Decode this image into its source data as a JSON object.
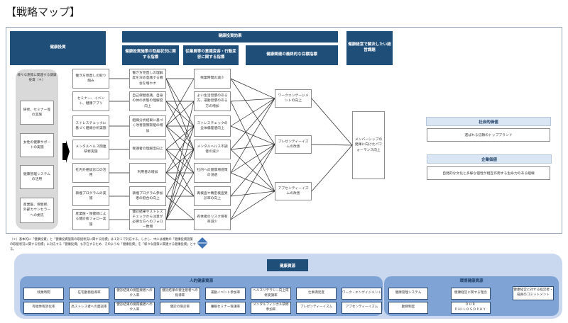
{
  "page": {
    "title": "【戦略マップ】"
  },
  "headers": {
    "investment": "健康投資",
    "effect": "健康投資効果",
    "effect_sub1": "健康投資施策の取組状況に関する指標",
    "effect_sub2": "従業員等の意識変容・行動変容に関する指標",
    "effect_sub3": "健康関連の最終的な目標指標",
    "issue": "健康経営で解決したい経営課題"
  },
  "investment_panel": {
    "title": "様々な施策に関連する健康投資（＊）",
    "items": [
      "研修、セミナー等の実施",
      "女性の健康サポートの実施",
      "健康管理システムの活用",
      "産業医、保健師、外部カウンセラーへの委託"
    ]
  },
  "col1": [
    "働き方見直しの取り組み",
    "セミナー、イベント、健康アプリ",
    "ストレスチェックに基づく組織分析実施",
    "メンタルヘルス関連研修実施",
    "社内外相談窓口の活用",
    "禁煙プログラムの実施",
    "産業医・保健師による健診後フォロー実施"
  ],
  "col2": [
    "働き方見直しの理解度を深め意識する機会を増やす",
    "自己保健意識、自身の体の状態の理解度向上",
    "組織分析結果に基づく改善施策取組の増加",
    "受講者の理解度向上",
    "利用者の増加",
    "禁煙プログラム参加者の割合の向上",
    "健診結果やストレスチェックから注意が必要な方へのフォロー数増"
  ],
  "col3": [
    "残業時間の減少",
    "よい生活習慣のある方、運動習慣のある方の増加",
    "ストレスチェックの全体偏差値向上",
    "メンタルヘルス不調者の減少",
    "社内への健康増進策の浸透",
    "再検査や精密検査受診率の向上",
    "有休者のリスク保有率減少"
  ],
  "col4": [
    "ワークエンゲージメントの向上",
    "プレゼンティーイズムの改善",
    "アブセンティーイズムの改善"
  ],
  "col5": "メンバーシップの発揮に向けたパフォーマンス向上",
  "side": {
    "social_value_title": "社会的価値",
    "social_value_text": "選ばれる信頼のトップブランド",
    "corporate_value_title": "企業価値",
    "corporate_value_text": "自発的な文化と多様な個性が相互作用する生命力のある組織"
  },
  "note": "（＊）基本的に「健康投資」と「健康投資施策の取組状況に関する指標」は１対１で対応する。しかし、中には複数の「健康投資施策の取組状況に関する指標」に対応する「健康投資」も存在するため、そのような「健康投資」を「様々な施策に関連する健康投資」とする。",
  "resources": {
    "title": "健康資源",
    "human": {
      "title": "人的健康資源",
      "row1": [
        "残業時間",
        "在宅勤務指導率",
        "健診結果の要医療者への介入率",
        "健診結果の要注意者への指導率",
        "運動イベント参加率",
        "ヘルスリテラシー向上研修受講率",
        "仕事満足度",
        "ワーク・エンゲイジメント"
      ],
      "row2": [
        "有給休暇消化率",
        "高ストレス者への面談率",
        "健診結果の要再検者への介入率",
        "健診の受診率",
        "睡眠セミナー受講率",
        "メンタルフィジカル研修参加率",
        "プレゼンティーイズム",
        "アブセンティーイズム"
      ]
    },
    "env": {
      "title": "環境健康資源",
      "items": [
        "健康管理システム",
        "勤務制度",
        "健康経営に関する理念",
        "OUR PHILOSOPHY",
        "健康経営に対する経営者・役員のコミットメント"
      ]
    }
  },
  "colors": {
    "navy": "#1f4e79",
    "light_blue": "#c9d8ee",
    "mid_blue": "#7fa3d4",
    "gray": "#d9d9d9"
  }
}
